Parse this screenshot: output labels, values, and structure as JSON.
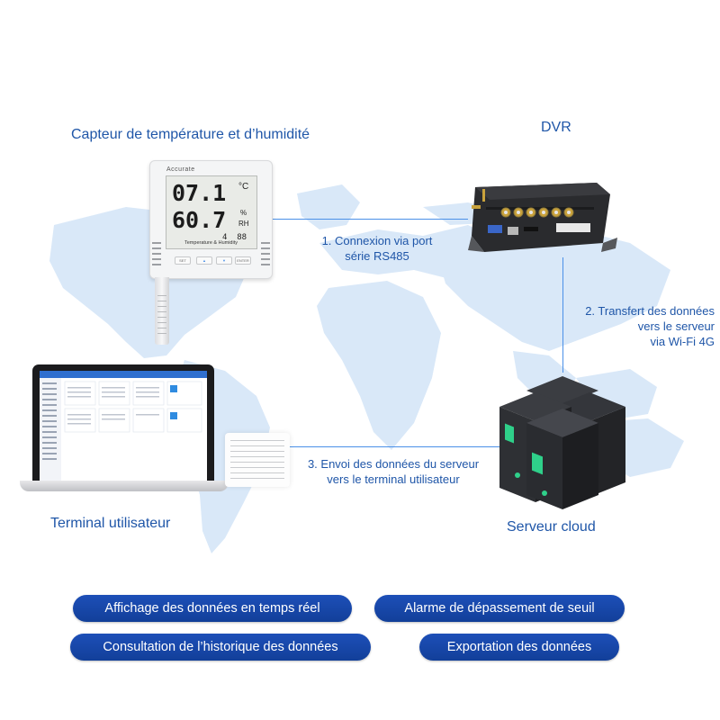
{
  "labels": {
    "sensor": "Capteur de température et d’humidité",
    "dvr": "DVR",
    "terminal": "Terminal utilisateur",
    "cloud": "Serveur cloud"
  },
  "steps": {
    "step1": [
      "1. Connexion via port",
      "série RS485"
    ],
    "step2": [
      "2. Transfert des données",
      "vers le serveur",
      "via Wi-Fi 4G"
    ],
    "step3": [
      "3. Envoi des données du serveur",
      "vers le terminal utilisateur"
    ]
  },
  "sensor_device": {
    "brand": "Accurate",
    "temperature": "07.1",
    "temperature_unit": "°C",
    "humidity": "60.7",
    "humidity_unit_top": "%",
    "humidity_unit_bottom": "RH",
    "small_readout": "4  88",
    "caption": "Temperature & Humidity",
    "button_set": "SET",
    "button_enter": "ENTER"
  },
  "features": [
    "Affichage des données en temps réel",
    "Alarme de dépassement de seuil",
    "Consultation de l’historique des données",
    "Exportation des données"
  ],
  "colors": {
    "accent_blue": "#1f56a8",
    "pill_blue": "#1a48aa",
    "connector_line": "#4a90e8",
    "map_blue": "#d6e6f7"
  }
}
